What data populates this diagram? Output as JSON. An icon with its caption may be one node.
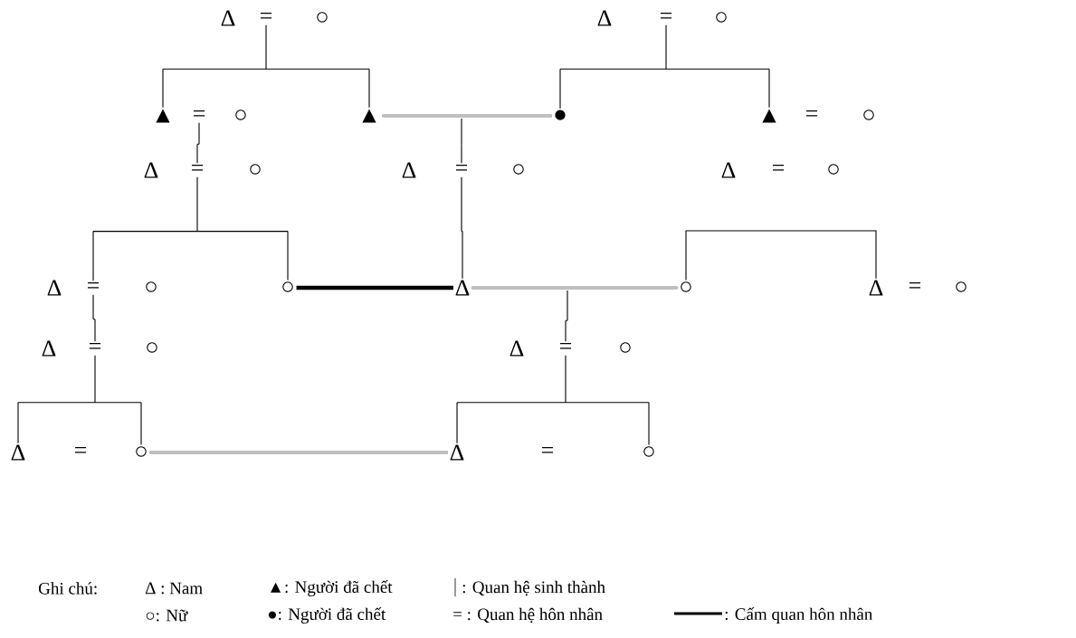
{
  "diagram": {
    "nodes": [
      {
        "text": [
          "Δ"
        ]
      },
      {
        "text": [
          "="
        ]
      },
      {
        "text": [
          "○"
        ]
      },
      {
        "text": [
          "Δ"
        ]
      },
      {
        "text": [
          "="
        ]
      },
      {
        "text": [
          "○"
        ]
      },
      {
        "text": [
          "▲"
        ]
      },
      {
        "text": [
          "="
        ]
      },
      {
        "text": [
          "○"
        ]
      },
      {
        "text": [
          "▲"
        ]
      },
      {
        "text": [
          "●"
        ]
      },
      {
        "text": [
          "▲"
        ]
      },
      {
        "text": [
          "="
        ]
      },
      {
        "text": [
          "○"
        ]
      },
      {
        "text": [
          "Δ"
        ]
      },
      {
        "text": [
          "="
        ]
      },
      {
        "text": [
          "○"
        ]
      },
      {
        "text": [
          "Δ"
        ]
      },
      {
        "text": [
          "="
        ]
      },
      {
        "text": [
          "○"
        ]
      },
      {
        "text": [
          "Δ"
        ]
      },
      {
        "text": [
          "="
        ]
      },
      {
        "text": [
          "○"
        ]
      },
      {
        "text": [
          "Δ"
        ]
      },
      {
        "text": [
          "="
        ]
      },
      {
        "text": [
          "○"
        ]
      },
      {
        "text": [
          "○"
        ]
      },
      {
        "text": [
          "Δ"
        ]
      },
      {
        "text": [
          "○"
        ]
      },
      {
        "text": [
          "Δ"
        ]
      },
      {
        "text": [
          "="
        ]
      },
      {
        "text": [
          "○"
        ]
      },
      {
        "text": [
          "Δ"
        ]
      },
      {
        "text": [
          "="
        ]
      },
      {
        "text": [
          "○"
        ]
      },
      {
        "text": [
          "Δ"
        ]
      },
      {
        "text": [
          "="
        ]
      },
      {
        "text": [
          "○"
        ]
      },
      {
        "text": [
          "Δ"
        ]
      },
      {
        "text": [
          "="
        ]
      },
      {
        "text": [
          "○"
        ]
      },
      {
        "text": [
          "Δ"
        ]
      },
      {
        "text": [
          "="
        ]
      },
      {
        "text": [
          "○"
        ]
      }
    ],
    "edges": [
      {
        "from": 9,
        "to": 10,
        "arrow": "none"
      },
      {
        "from": 26,
        "to": 27,
        "arrow": "none",
        "style": "thick"
      },
      {
        "from": 27,
        "to": 28,
        "arrow": "none"
      },
      {
        "from": 40,
        "to": 41,
        "arrow": "none"
      },
      {
        "from": 1,
        "to": 6,
        "arrow": "none"
      },
      {
        "from": 1,
        "to": 9,
        "arrow": "none"
      },
      {
        "from": 4,
        "to": 10,
        "arrow": "none"
      },
      {
        "from": 4,
        "to": 11,
        "arrow": "none"
      },
      {
        "from": 7,
        "to": 15,
        "arrow": "none"
      },
      {
        "from": null,
        "to": 18,
        "arrow": "none"
      },
      {
        "from": 15,
        "to": 24,
        "arrow": "none"
      },
      {
        "from": 15,
        "to": 26,
        "arrow": "none"
      },
      {
        "from": 18,
        "to": 27,
        "arrow": "none"
      },
      {
        "from": 28,
        "to": 29,
        "arrow": "none"
      },
      {
        "from": 24,
        "to": 33,
        "arrow": "none"
      },
      {
        "from": null,
        "to": 36,
        "arrow": "none"
      },
      {
        "from": 33,
        "to": 38,
        "arrow": "none"
      },
      {
        "from": 33,
        "to": 40,
        "arrow": "none"
      },
      {
        "from": 36,
        "to": 41,
        "arrow": "none"
      },
      {
        "from": 36,
        "to": 43,
        "arrow": "none"
      }
    ],
    "labels": [
      "Ghi chú:"
    ],
    "legend": [
      {
        "text": "Δ : Nam"
      },
      {
        "text": "▲: Người đã chết"
      },
      {
        "text": ": Quan hệ sinh thành"
      },
      {
        "text": "○: Nữ"
      },
      {
        "text": "●: Người đã chết"
      },
      {
        "text": "= : Quan hệ hôn nhân"
      },
      {
        "text": ": Cấm quan hôn nhân"
      }
    ]
  }
}
